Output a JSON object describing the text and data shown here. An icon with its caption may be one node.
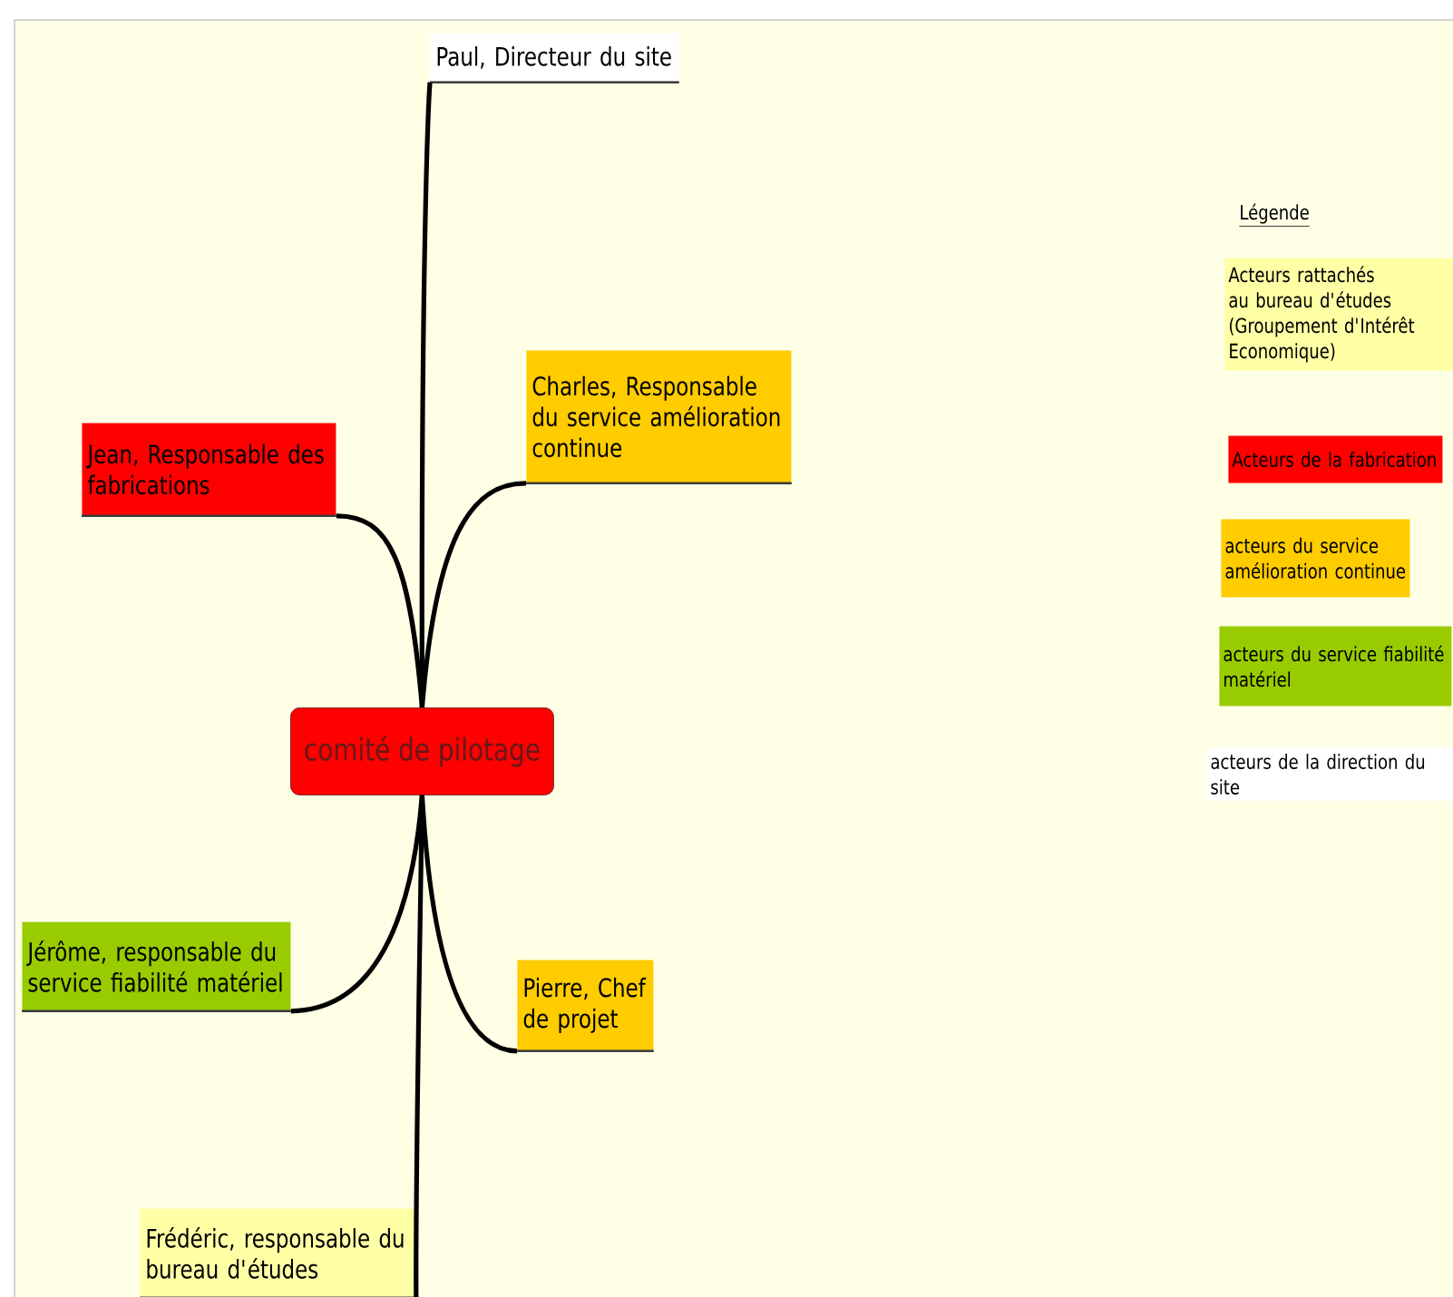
{
  "diagram": {
    "nodes": [
      {
        "text": [
          "comité de pilotage"
        ]
      },
      {
        "text": [
          "Paul, Directeur du site"
        ]
      },
      {
        "text": [
          "Charles, Responsable du service amélioration continue"
        ]
      },
      {
        "text": [
          "Jean, Responsable des fabrications"
        ]
      },
      {
        "text": [
          "Jérôme, responsable du service fiabilité matériel"
        ]
      },
      {
        "text": [
          "Pierre, Chef de projet"
        ]
      },
      {
        "text": [
          "Frédéric, responsable du bureau d'études"
        ]
      }
    ],
    "edges": [
      {
        "from": 0,
        "to": 1,
        "arrow": "none"
      },
      {
        "from": 0,
        "to": 2,
        "arrow": "none"
      },
      {
        "from": 0,
        "to": 3,
        "arrow": "none"
      },
      {
        "from": 0,
        "to": 4,
        "arrow": "none"
      },
      {
        "from": 0,
        "to": 5,
        "arrow": "none"
      },
      {
        "from": 0,
        "to": 6,
        "arrow": "none"
      }
    ],
    "labels": [
      "Légende"
    ],
    "legend": [
      {
        "text": "Acteurs rattachés au bureau d'études (Groupement d'Intérêt Economique)",
        "color": "#ffffa6"
      },
      {
        "text": "Acteurs de la fabrication",
        "color": "#ff0000"
      },
      {
        "text": "acteurs du service amélioration continue",
        "color": "#ffcc00"
      },
      {
        "text": "acteurs du service fiabilité matériel",
        "color": "#99cc00"
      },
      {
        "text": "acteurs de la direction du site",
        "color": "#ffffff"
      }
    ]
  }
}
